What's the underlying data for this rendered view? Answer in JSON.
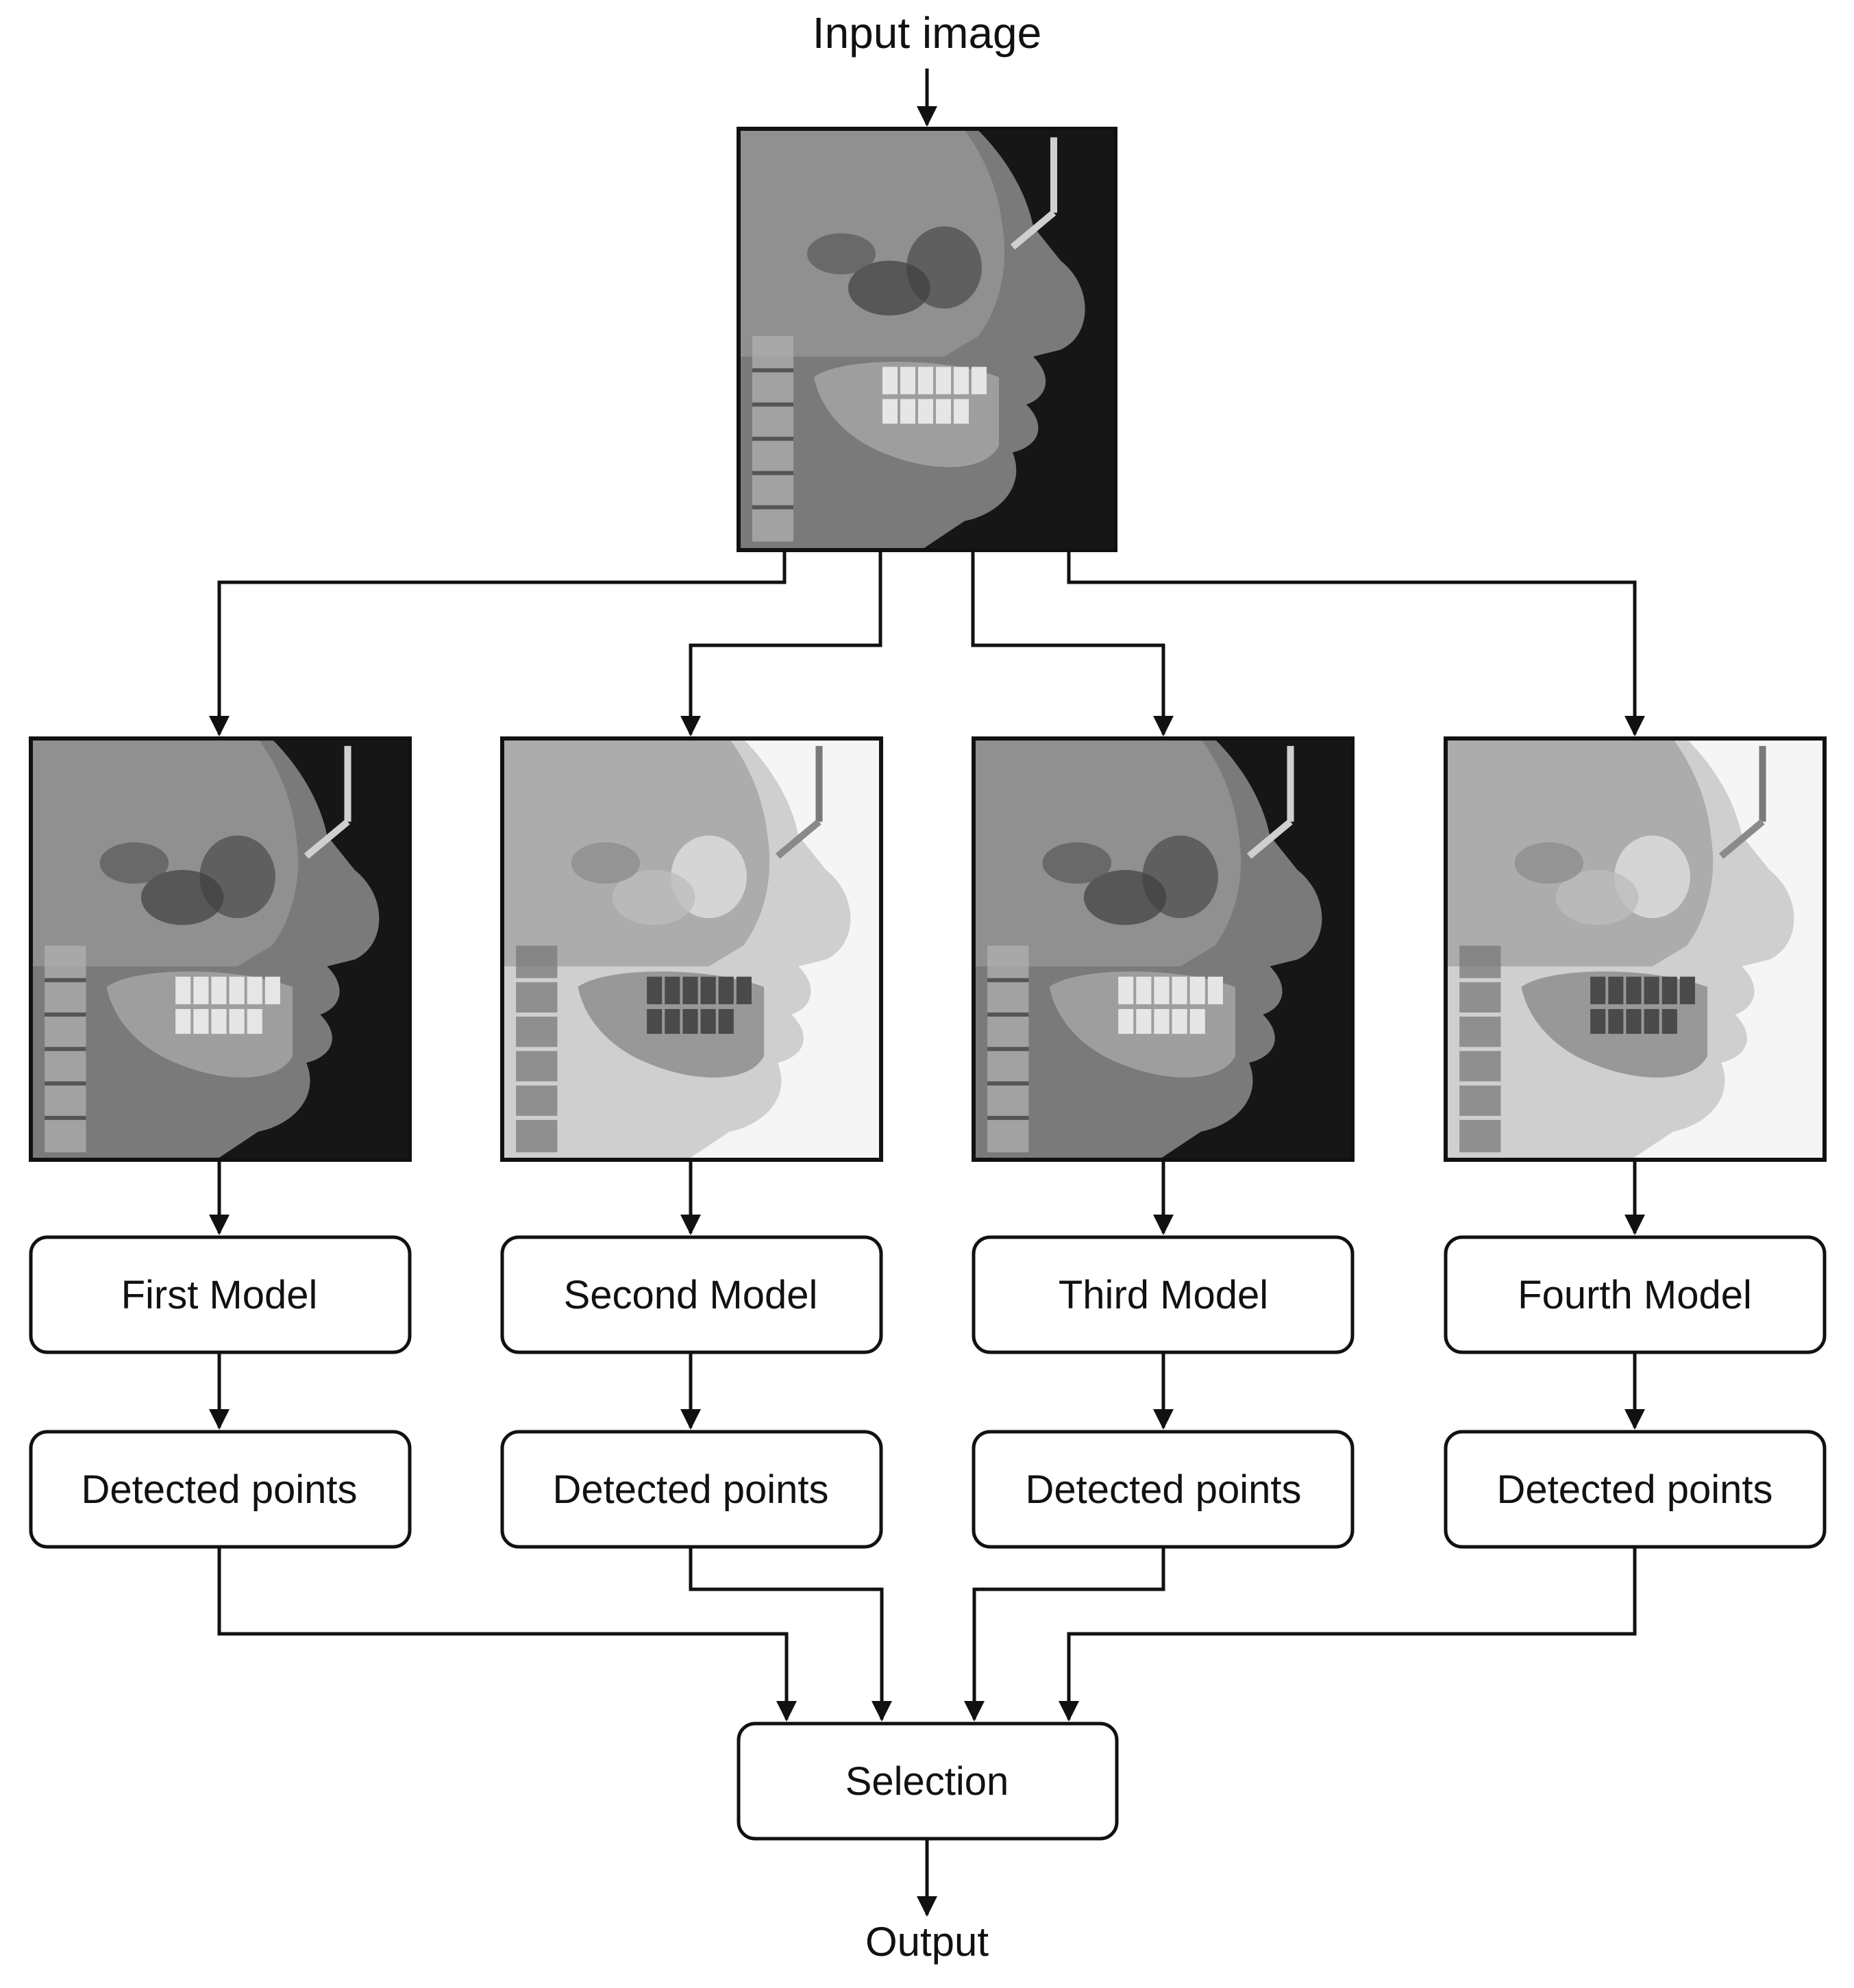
{
  "input_label": "Input image",
  "output_label": "Output",
  "selection_label": "Selection",
  "branches": [
    {
      "model": "First Model",
      "result": "Detected points",
      "image_tone": "dark"
    },
    {
      "model": "Second Model",
      "result": "Detected points",
      "image_tone": "light"
    },
    {
      "model": "Third Model",
      "result": "Detected points",
      "image_tone": "dark"
    },
    {
      "model": "Fourth Model",
      "result": "Detected points",
      "image_tone": "light"
    }
  ],
  "colors": {
    "line": "#111111",
    "dark_bg": "#1c1c1c",
    "light_bg": "#f2f2f2"
  }
}
